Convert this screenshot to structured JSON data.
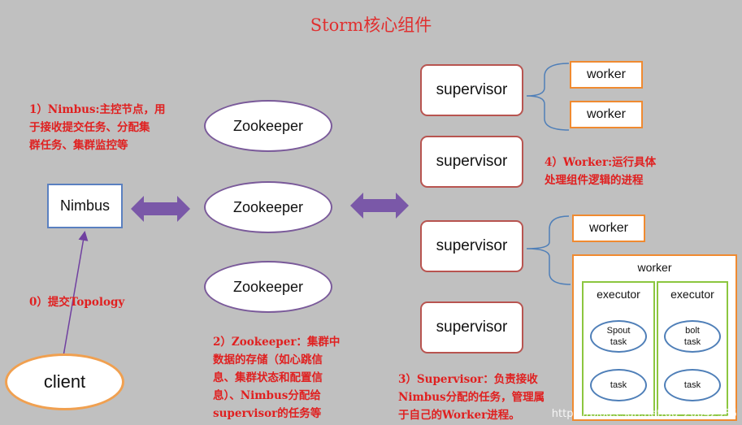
{
  "title": "Storm核心组件",
  "notes": {
    "nimbus": [
      "1）Nimbus:主控节点，用",
      "于接收提交任务、分配集",
      "群任务、集群监控等"
    ],
    "submit": "0）提交Topology",
    "zookeeper": [
      "2）Zookeeper：集群中",
      "数据的存储（如心跳信",
      "息、集群状态和配置信",
      "息）、Nimbus分配给",
      "supervisor的任务等"
    ],
    "worker": [
      "4）Worker:运行具体",
      "处理组件逻辑的进程"
    ],
    "supervisor": [
      "3）Supervisor：负责接收",
      "Nimbus分配的任务，管理属",
      "于自己的Worker进程。"
    ]
  },
  "nodes": {
    "nimbus": "Nimbus",
    "client": "client",
    "zookeepers": [
      "Zookeeper",
      "Zookeeper",
      "Zookeeper"
    ],
    "supervisors": [
      "supervisor",
      "supervisor",
      "supervisor",
      "supervisor"
    ],
    "workers": [
      "worker",
      "worker",
      "worker"
    ],
    "worker_detail": {
      "label": "worker",
      "executors": [
        {
          "label": "executor",
          "tasks": [
            [
              "Spout",
              "task"
            ],
            [
              "task"
            ]
          ]
        },
        {
          "label": "executor",
          "tasks": [
            [
              "bolt",
              "task"
            ],
            [
              "task"
            ]
          ]
        }
      ]
    }
  },
  "watermark": "https://blog.csdn.net/qq_20042935",
  "colors": {
    "background": "#c0c0c0",
    "note_text": "#e02020",
    "supervisor_border": "#b85450",
    "worker_border": "#f08a30",
    "zookeeper_border": "#7a5a9a",
    "nimbus_border": "#5a80c0",
    "arrow_fill": "#7a58a8",
    "executor_border": "#8cc63f",
    "task_border": "#4f7fb8"
  }
}
